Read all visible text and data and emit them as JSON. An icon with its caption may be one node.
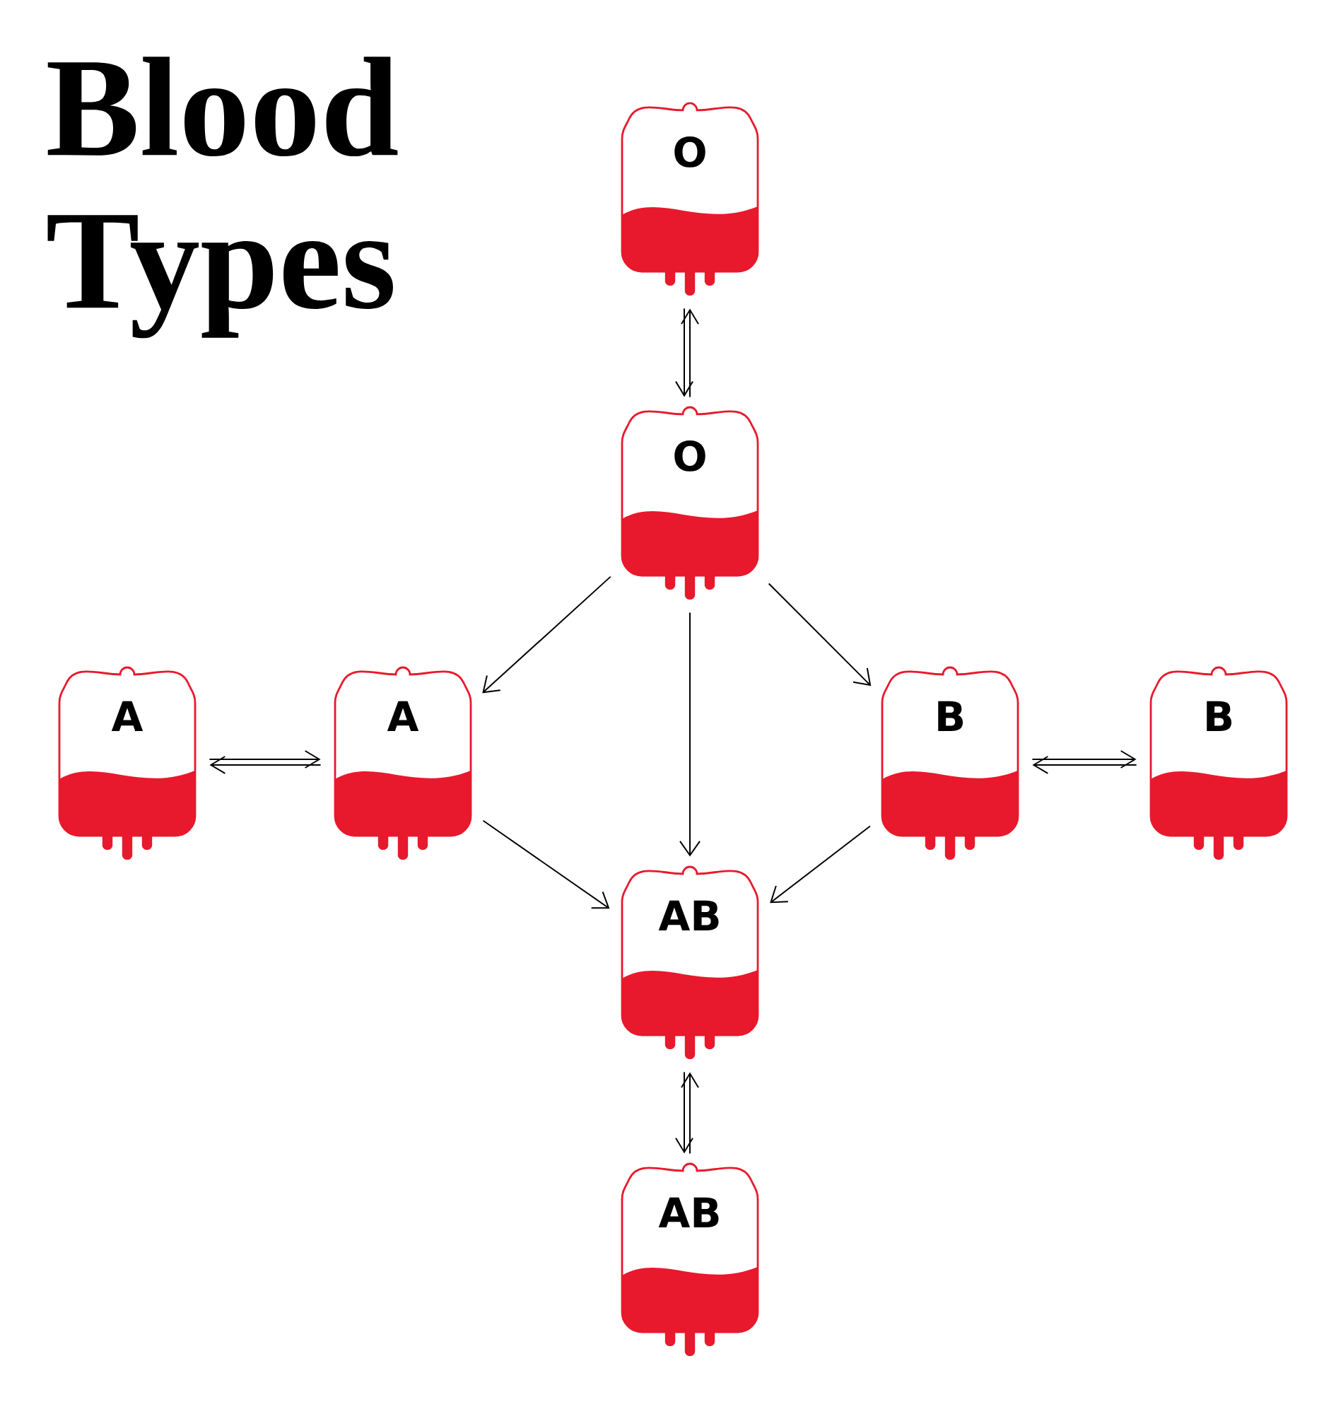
{
  "diagram": {
    "title": "Blood Types",
    "nodes": [
      {
        "text": [
          "O"
        ]
      },
      {
        "text": [
          "O"
        ]
      },
      {
        "text": [
          "A"
        ]
      },
      {
        "text": [
          "A"
        ]
      },
      {
        "text": [
          "B"
        ]
      },
      {
        "text": [
          "B"
        ]
      },
      {
        "text": [
          "AB"
        ]
      },
      {
        "text": [
          "AB"
        ]
      }
    ],
    "edges": [
      {
        "from": 0,
        "to": 1,
        "arrow": "both"
      },
      {
        "from": 2,
        "to": 3,
        "arrow": "both"
      },
      {
        "from": 4,
        "to": 5,
        "arrow": "both"
      },
      {
        "from": 6,
        "to": 7,
        "arrow": "both"
      },
      {
        "from": 1,
        "to": 3,
        "arrow": "to"
      },
      {
        "from": 1,
        "to": 6,
        "arrow": "to"
      },
      {
        "from": 1,
        "to": 4,
        "arrow": "to"
      },
      {
        "from": 3,
        "to": 6,
        "arrow": "to"
      },
      {
        "from": 4,
        "to": 6,
        "arrow": "to"
      }
    ]
  }
}
